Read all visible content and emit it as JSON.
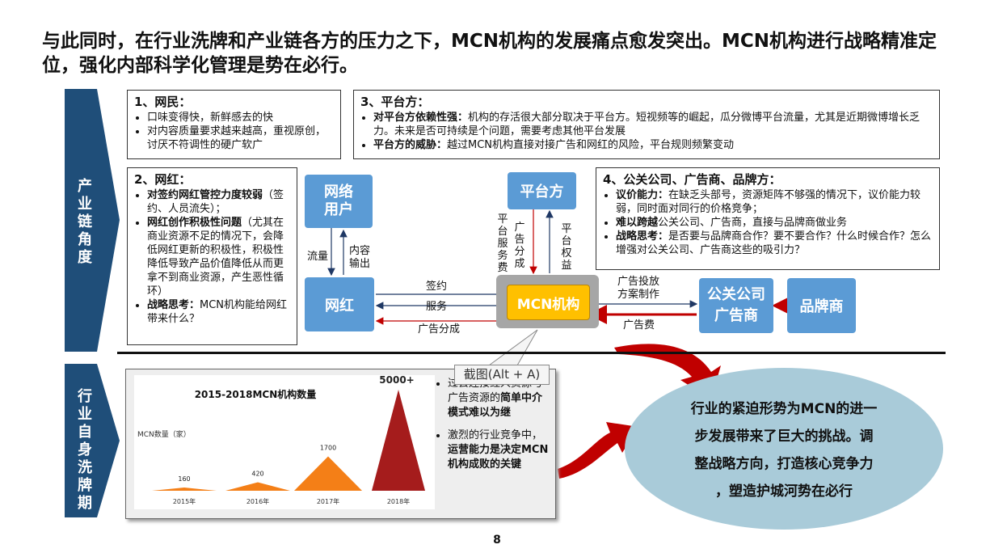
{
  "title": "与此同时，在行业洗牌和产业链各方的压力之下，MCN机构的发展痛点愈发突出。MCN机构进行战略精准定位，强化内部科学化管理是势在必行。",
  "sidebar": {
    "chain": "产业链角度",
    "industry": "行业自身洗牌期"
  },
  "box1": {
    "heading": "1、网民：",
    "items": [
      "口味变得快，新鲜感去的快",
      "对内容质量要求越来越高，重视原创，讨厌不符调性的硬广软广"
    ]
  },
  "box3": {
    "heading": "3、平台方：",
    "item1_bold": "对平台方依赖性强：",
    "item1_text": "机构的存活很大部分取决于平台方。短视频等的崛起，瓜分微博平台流量，尤其是近期微博增长乏力。未来是否可持续是个问题，需要考虑其他平台发展",
    "item2_bold": "平台方的威胁：",
    "item2_text": "越过MCN机构直接对接广告和网红的风险，平台规则频繁变动"
  },
  "box2": {
    "heading": "2、网红：",
    "item1_bold": "对签约网红管控力度较弱",
    "item1_text": "（签约、人员流失）；",
    "item2_bold": "网红创作积极性问题",
    "item2_text": "（尤其在商业资源不足的情况下，会降低网红更新的积极性，积极性降低导致产品价值降低从而更拿不到商业资源，产生恶性循环）",
    "item3_bold": "战略思考：",
    "item3_text": "MCN机构能给网红带来什么？"
  },
  "box4": {
    "heading": "4、公关公司、广告商、品牌方：",
    "item1_bold": "议价能力：",
    "item1_text": "在缺乏头部号，资源矩阵不够强的情况下，议价能力较弱，同时面对同行的价格竞争；",
    "item2_bold": "难以跨越",
    "item2_text": "公关公司、广告商，直接与品牌商做业务",
    "item3_bold": "战略思考：",
    "item3_text": "是否要与品牌商合作？要不要合作？什么时候合作？怎么增强对公关公司、广告商这些的吸引力？"
  },
  "nodes": {
    "netizen": "网络用户",
    "platform": "平台方",
    "influencer": "网红",
    "mcn": "MCN机构",
    "pr": "公关公司广告商",
    "brand": "品牌商"
  },
  "flows": {
    "traffic": "流量",
    "content": "内容输出",
    "platform_service_fee": "平台服务费",
    "ad_share_up": "广告分成",
    "platform_rights": "平台权益",
    "sign": "签约",
    "service": "服务",
    "ad_share": "广告分成",
    "ad_delivery": "广告投放方案制作",
    "ad_fee": "广告费"
  },
  "chart_data": {
    "type": "area",
    "title": "2015-2018MCN机构数量",
    "ylabel": "MCN数量（家）",
    "categories": [
      "2015年",
      "2016年",
      "2017年",
      "2018年"
    ],
    "values": [
      160,
      420,
      1700,
      5000
    ],
    "value_labels": [
      "160",
      "420",
      "1700",
      "5000+"
    ],
    "colors": [
      "#f47f17",
      "#f47f17",
      "#f47f17",
      "#a51c1c"
    ]
  },
  "bullets": {
    "item1_text": "过去连接红人资源与广告资源的",
    "item1_bold": "简单中介模式难以为继",
    "item2_text": "激烈的行业竞争中，",
    "item2_bold": "运营能力是决定MCN机构成败的关键"
  },
  "tooltip": "截图(Alt + A)",
  "callout": {
    "lines": [
      "行业的紧迫形势为MCN的进一",
      "步发展带来了巨大的挑战。调",
      "整战略方向，打造核心竞争力",
      "，塑造护城河势在必行"
    ]
  },
  "page_number": "8",
  "colors": {
    "node_blue": "#5b9bd5",
    "sidebar_navy": "#1f4e79",
    "mcn_gold": "#ffc000",
    "arrow_red": "#c00000",
    "ellipse": "#a9cbd9"
  }
}
